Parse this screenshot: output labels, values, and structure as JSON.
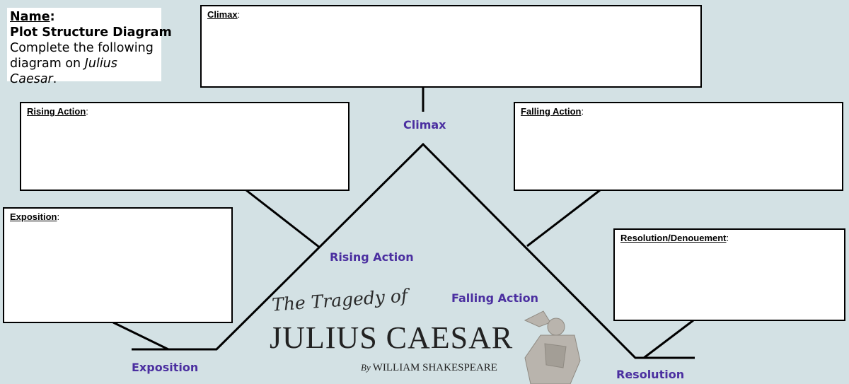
{
  "header": {
    "name_label": "Name",
    "name_colon": ":",
    "title": "Plot Structure Diagram",
    "instruction_prefix": "Complete the following diagram on ",
    "instruction_work": "Julius Caesar",
    "instruction_suffix": "."
  },
  "boxes": {
    "climax": {
      "label": "Climax",
      "colon": ":"
    },
    "rising_action": {
      "label": "Rising Action",
      "colon": ":"
    },
    "falling_action": {
      "label": "Falling Action",
      "colon": ":"
    },
    "exposition": {
      "label": "Exposition",
      "colon": ":"
    },
    "resolution": {
      "label": "Resolution/Denouement",
      "colon": ":"
    }
  },
  "diagram_labels": {
    "climax": "Climax",
    "rising_action": "Rising Action",
    "falling_action": "Falling Action",
    "exposition": "Exposition",
    "resolution": "Resolution"
  },
  "title_art": {
    "tragedy_of": "The Tragedy of",
    "play_title": "JULIUS CAESAR",
    "by": "By",
    "author": "WILLIAM SHAKESPEARE",
    "statue": "caesar-statue-image"
  },
  "colors": {
    "background": "#d3e1e4",
    "label_purple": "#4b2fa0",
    "box_border": "#000000"
  }
}
